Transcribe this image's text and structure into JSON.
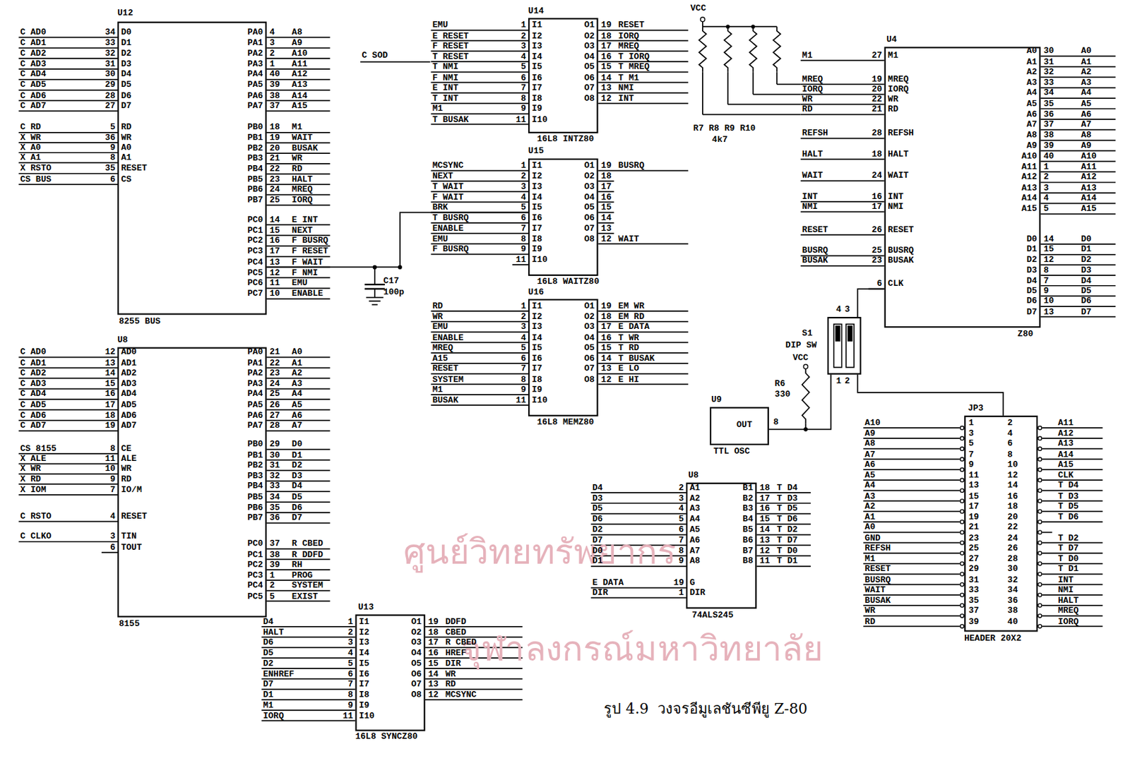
{
  "diagram": {
    "caption": "รูป 4.9  วงจรอีมูเลชันซีพียู Z-80",
    "nodes": [
      {
        "text": [
          "U12",
          "D0",
          "D1",
          "D2",
          "D3",
          "D4",
          "D5",
          "D6",
          "D7",
          "RD",
          "WR",
          "A0",
          "A1",
          "RESET",
          "CS",
          "PA0",
          "PA1",
          "PA2",
          "PA3",
          "PA4",
          "PA5",
          "PA6",
          "PA7",
          "PB0",
          "PB1",
          "PB2",
          "PB3",
          "PB4",
          "PB5",
          "PB6",
          "PB7",
          "PC0",
          "PC1",
          "PC2",
          "PC3",
          "PC4",
          "PC5",
          "PC6",
          "PC7",
          "8255 BUS"
        ]
      },
      {
        "text": [
          "U14",
          "I1",
          "I2",
          "I3",
          "I4",
          "I5",
          "I6",
          "I7",
          "I8",
          "I9",
          "I10",
          "O1",
          "O2",
          "O3",
          "O4",
          "O5",
          "O6",
          "O7",
          "O8",
          "16L8 INTZ80"
        ]
      },
      {
        "text": [
          "U15",
          "I1",
          "I2",
          "I3",
          "I4",
          "I5",
          "I6",
          "I7",
          "I8",
          "I9",
          "I10",
          "O1",
          "O2",
          "O3",
          "O4",
          "O5",
          "O6",
          "O7",
          "O8",
          "16L8 WAITZ80"
        ]
      },
      {
        "text": [
          "U16",
          "I1",
          "I2",
          "I3",
          "I4",
          "I5",
          "I6",
          "I7",
          "I8",
          "I9",
          "I10",
          "O1",
          "O2",
          "O3",
          "O4",
          "O5",
          "O6",
          "O7",
          "O8",
          "16L8 MEMZ80"
        ]
      },
      {
        "text": [
          "U4",
          "M1",
          "MREQ",
          "IORQ",
          "WR",
          "RD",
          "REFSH",
          "HALT",
          "WAIT",
          "INT",
          "NMI",
          "RESET",
          "BUSRQ",
          "BUSAK",
          "CLK",
          "A0",
          "A1",
          "A2",
          "A3",
          "A4",
          "A5",
          "A6",
          "A7",
          "A8",
          "A9",
          "A10",
          "A11",
          "A12",
          "A13",
          "A14",
          "A15",
          "D0",
          "D1",
          "D2",
          "D3",
          "D4",
          "D5",
          "D6",
          "D7",
          "Z80"
        ]
      },
      {
        "text": [
          "S1",
          "DIP SW"
        ]
      },
      {
        "text": [
          "U9",
          "OUT",
          "TTL OSC"
        ]
      },
      {
        "text": [
          "U8",
          "AD0",
          "AD1",
          "AD2",
          "AD3",
          "AD4",
          "AD5",
          "AD6",
          "AD7",
          "CE",
          "ALE",
          "WR",
          "RD",
          "IO/M",
          "RESET",
          "TIN",
          "TOUT",
          "PA0",
          "PA1",
          "PA2",
          "PA3",
          "PA4",
          "PA5",
          "PA6",
          "PA7",
          "PB0",
          "PB1",
          "PB2",
          "PB3",
          "PB4",
          "PB5",
          "PB6",
          "PB7",
          "PC0",
          "PC1",
          "PC2",
          "PC3",
          "PC4",
          "PC5",
          "8155"
        ]
      },
      {
        "text": [
          "U8",
          "A1",
          "A2",
          "A3",
          "A4",
          "A5",
          "A6",
          "A7",
          "A8",
          "G",
          "DIR",
          "B1",
          "B2",
          "B3",
          "B4",
          "B5",
          "B6",
          "B7",
          "B8",
          "74ALS245"
        ]
      },
      {
        "text": [
          "JP3",
          "1",
          "2",
          "3",
          "4",
          "5",
          "6",
          "7",
          "8",
          "9",
          "10",
          "11",
          "12",
          "13",
          "14",
          "15",
          "16",
          "17",
          "18",
          "19",
          "20",
          "21",
          "22",
          "23",
          "24",
          "25",
          "26",
          "27",
          "28",
          "29",
          "30",
          "31",
          "32",
          "33",
          "34",
          "35",
          "36",
          "37",
          "38",
          "39",
          "40",
          "HEADER 20X2"
        ]
      },
      {
        "text": [
          "U13",
          "I1",
          "I2",
          "I3",
          "I4",
          "I5",
          "I6",
          "I7",
          "I8",
          "I9",
          "I10",
          "O1",
          "O2",
          "O3",
          "O4",
          "O5",
          "O6",
          "O7",
          "O8",
          "16L8 SYNCZ80"
        ]
      }
    ],
    "edges": [
      {
        "from": 0,
        "to": 2,
        "arrow": "none"
      },
      {
        "from": 6,
        "to": 5,
        "arrow": "none"
      },
      {
        "from": 5,
        "to": 4,
        "arrow": "none"
      },
      {
        "from": 5,
        "to": 9,
        "arrow": "none"
      }
    ],
    "labels": [
      "34",
      "C AD0",
      "33",
      "C AD1",
      "32",
      "C AD2",
      "31",
      "C AD3",
      "30",
      "C AD4",
      "29",
      "C AD5",
      "28",
      "C AD6",
      "27",
      "C AD7",
      "5",
      "C RD",
      "36",
      "X WR",
      "9",
      "X A0",
      "8",
      "X A1",
      "35",
      "X RSTO",
      "6",
      "CS BUS",
      "4",
      "A8",
      "3",
      "A9",
      "2",
      "A10",
      "1",
      "A11",
      "40",
      "A12",
      "39",
      "A13",
      "38",
      "A14",
      "37",
      "A15",
      "18",
      "M1",
      "19",
      "WAIT",
      "20",
      "BUSAK",
      "21",
      "WR",
      "22",
      "RD",
      "23",
      "HALT",
      "24",
      "MREQ",
      "25",
      "IORQ",
      "14",
      "E INT",
      "15",
      "NEXT",
      "16",
      "F BUSRQ",
      "17",
      "F RESET",
      "13",
      "F WAIT",
      "12",
      "F NMI",
      "11",
      "EMU",
      "10",
      "ENABLE",
      "1",
      "EMU",
      "2",
      "E RESET",
      "3",
      "F RESET",
      "4",
      "T RESET",
      "5",
      "T NMI",
      "6",
      "F NMI",
      "7",
      "E INT",
      "8",
      "T INT",
      "9",
      "M1",
      "11",
      "T BUSAK",
      "19",
      "RESET",
      "18",
      "IORQ",
      "17",
      "MREQ",
      "16",
      "T IORQ",
      "15",
      "T MREQ",
      "14",
      "T M1",
      "13",
      "NMI",
      "12",
      "INT",
      "1",
      "MCSYNC",
      "2",
      "NEXT",
      "3",
      "T WAIT",
      "4",
      "F WAIT",
      "5",
      "BRK",
      "6",
      "T BUSRQ",
      "7",
      "ENABLE",
      "8",
      "EMU",
      "9",
      "F BUSRQ",
      "11",
      "19",
      "BUSRQ",
      "18",
      "17",
      "16",
      "15",
      "14",
      "13",
      "12",
      "WAIT",
      "1",
      "RD",
      "2",
      "WR",
      "3",
      "EMU",
      "4",
      "ENABLE",
      "5",
      "MREQ",
      "6",
      "A15",
      "7",
      "RESET",
      "8",
      "SYSTEM",
      "9",
      "M1",
      "11",
      "BUSAK",
      "19",
      "EM WR",
      "18",
      "EM RD",
      "17",
      "E DATA",
      "16",
      "T WR",
      "15",
      "T RD",
      "14",
      "T BUSAK",
      "13",
      "E LO",
      "12",
      "E HI",
      "27",
      "M1",
      "19",
      "MREQ",
      "20",
      "IORQ",
      "22",
      "WR",
      "21",
      "RD",
      "28",
      "REFSH",
      "18",
      "HALT",
      "24",
      "WAIT",
      "16",
      "INT",
      "17",
      "NMI",
      "26",
      "RESET",
      "25",
      "BUSRQ",
      "23",
      "BUSAK",
      "6",
      "30",
      "A0",
      "31",
      "A1",
      "32",
      "A2",
      "33",
      "A3",
      "34",
      "A4",
      "35",
      "A5",
      "36",
      "A6",
      "37",
      "A7",
      "38",
      "A8",
      "39",
      "A9",
      "40",
      "A10",
      "1",
      "A11",
      "2",
      "A12",
      "3",
      "A13",
      "4",
      "A14",
      "5",
      "A15",
      "14",
      "D0",
      "15",
      "D1",
      "12",
      "D2",
      "8",
      "D3",
      "7",
      "D4",
      "9",
      "D5",
      "10",
      "D6",
      "13",
      "D7",
      "12",
      "C AD0",
      "13",
      "C AD1",
      "14",
      "C AD2",
      "15",
      "C AD3",
      "16",
      "C AD4",
      "17",
      "C AD5",
      "18",
      "C AD6",
      "19",
      "C AD7",
      "8",
      "CS 8155",
      "11",
      "X ALE",
      "10",
      "X WR",
      "9",
      "X RD",
      "7",
      "X IOM",
      "4",
      "C RSTO",
      "3",
      "C CLKO",
      "6",
      "21",
      "A0",
      "22",
      "A1",
      "23",
      "A2",
      "24",
      "A3",
      "25",
      "A4",
      "26",
      "A5",
      "27",
      "A6",
      "28",
      "A7",
      "29",
      "D0",
      "30",
      "D1",
      "31",
      "D2",
      "32",
      "D3",
      "33",
      "D4",
      "34",
      "D5",
      "35",
      "D6",
      "36",
      "D7",
      "37",
      "R CBED",
      "38",
      "R DDFD",
      "39",
      "RH",
      "1",
      "PROG",
      "2",
      "SYSTEM",
      "5",
      "EXIST",
      "2",
      "D4",
      "3",
      "D3",
      "4",
      "D5",
      "5",
      "D6",
      "6",
      "D2",
      "7",
      "D7",
      "8",
      "D0",
      "9",
      "D1",
      "19",
      "E DATA",
      "1",
      "DIR",
      "18",
      "T D4",
      "17",
      "T D3",
      "16",
      "T D5",
      "15",
      "T D6",
      "14",
      "T D2",
      "13",
      "T D7",
      "12",
      "T D0",
      "11",
      "T D1",
      "A10",
      "A9",
      "A8",
      "A7",
      "A6",
      "A5",
      "A4",
      "A3",
      "A2",
      "A1",
      "A0",
      "GND",
      "REFSH",
      "M1",
      "RESET",
      "BUSRQ",
      "WAIT",
      "BUSAK",
      "WR",
      "RD",
      "A11",
      "A12",
      "A13",
      "A14",
      "A15",
      "CLK",
      "T D4",
      "T D3",
      "T D5",
      "T D6",
      "T D2",
      "T D7",
      "T D0",
      "T D1",
      "INT",
      "NMI",
      "HALT",
      "MREQ",
      "IORQ",
      "1",
      "D4",
      "2",
      "HALT",
      "3",
      "D6",
      "4",
      "D5",
      "5",
      "D2",
      "6",
      "ENHREF",
      "7",
      "D7",
      "8",
      "D1",
      "9",
      "M1",
      "11",
      "IORQ",
      "19",
      "DDFD",
      "18",
      "CBED",
      "17",
      "R CBED",
      "16",
      "HREF",
      "15",
      "DIR",
      "14",
      "WR",
      "13",
      "RD",
      "12",
      "MCSYNC",
      "C SOD",
      "VCC",
      "R7 R8 R9 R10",
      "4k7",
      "C17",
      "100p",
      "4",
      "3",
      "1",
      "2",
      "8",
      "VCC",
      "R6",
      "330",
      "ศูนย์วิทยทรัพยากร",
      "จุฬาลงกรณ์มหาวิทยาลัย"
    ]
  }
}
